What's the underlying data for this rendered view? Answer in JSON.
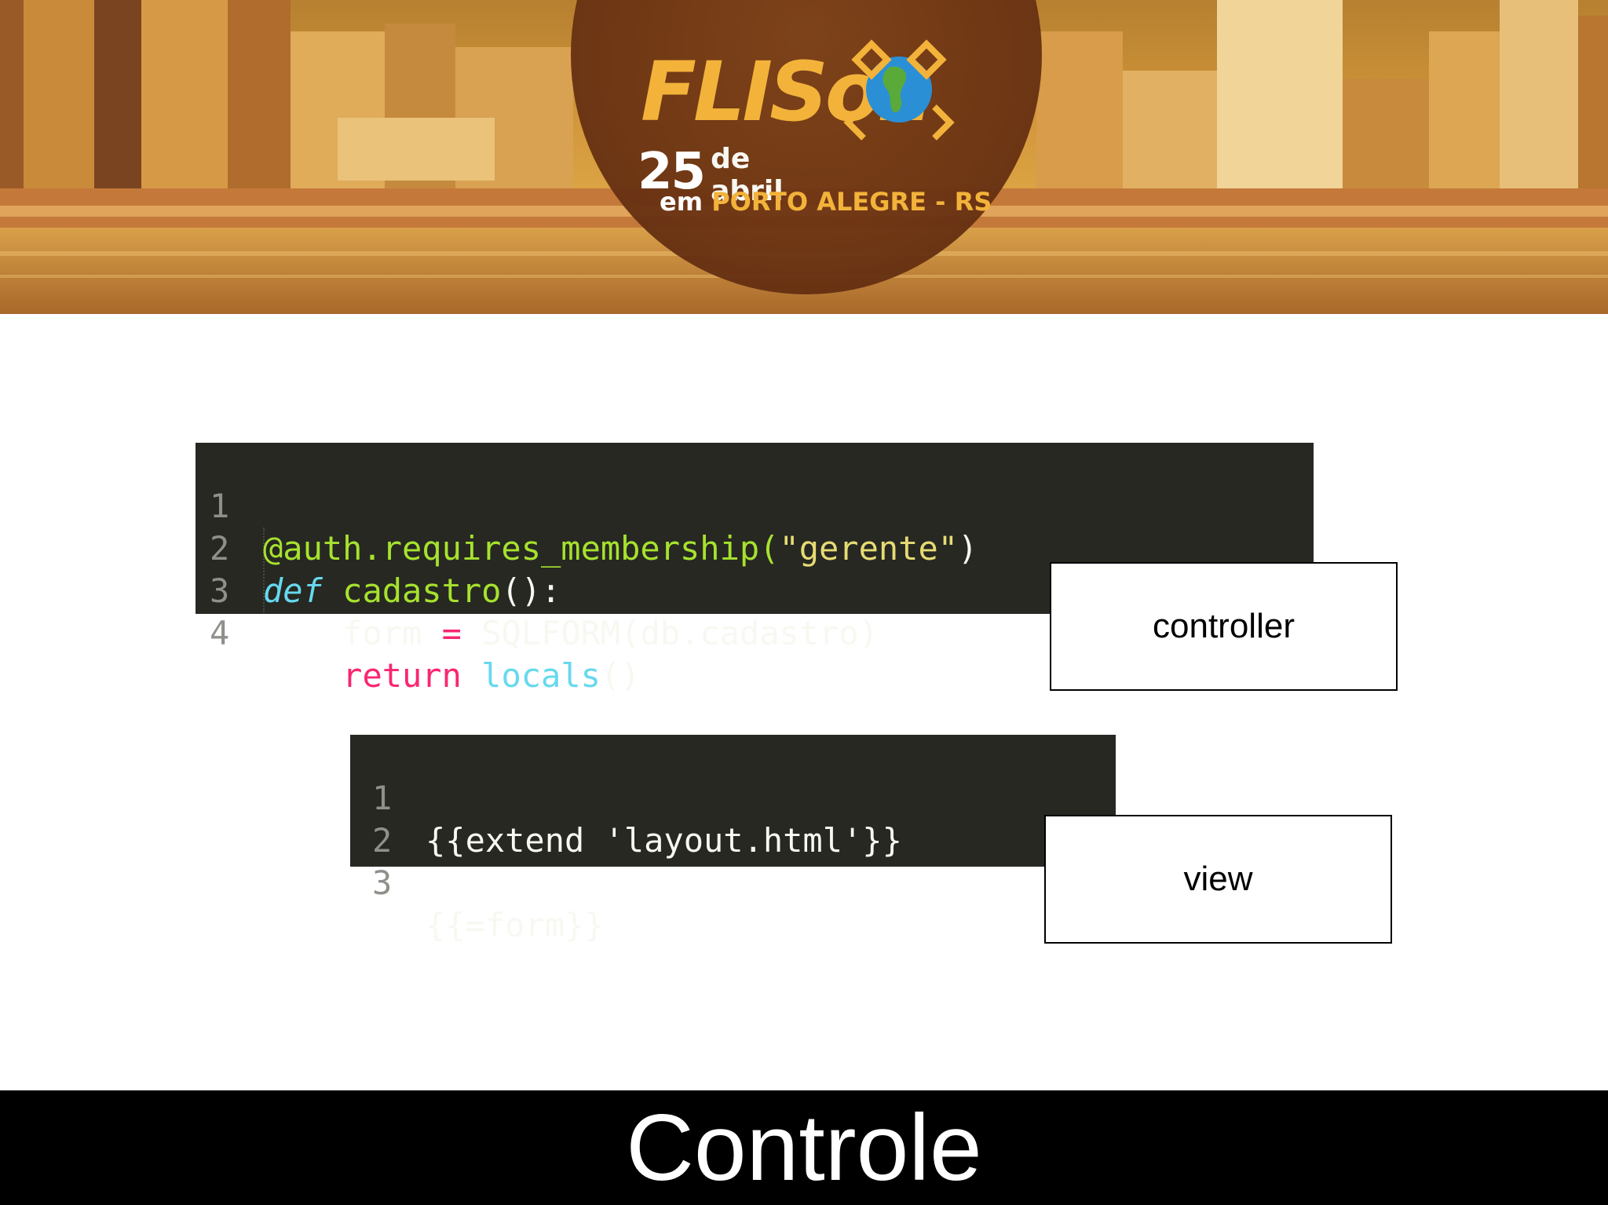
{
  "banner": {
    "logo_text": "FLISoL",
    "date_number": "25",
    "date_text": "de abril",
    "place_prefix": "em",
    "place": "PORTO ALEGRE - RS"
  },
  "code_controller": {
    "lines": [
      {
        "n": "1"
      },
      {
        "n": "2"
      },
      {
        "n": "3"
      },
      {
        "n": "4"
      }
    ],
    "tokens": {
      "l1": "@auth.requires_membership(",
      "l1_str": "\"gerente\"",
      "l1_end": ")",
      "l2_kw": "def",
      "l2_fn": "cadastro",
      "l2_end": "():",
      "l3_a": "form",
      "l3_op": "=",
      "l3_b": "SQLFORM(db.cadastro)",
      "l4_kw": "return",
      "l4_fn": "locals",
      "l4_end": "()"
    }
  },
  "code_view": {
    "lines": [
      {
        "n": "1",
        "text": "{{extend 'layout.html'}}"
      },
      {
        "n": "2",
        "text": ""
      },
      {
        "n": "3",
        "text": "{{=form}}"
      }
    ]
  },
  "labels": {
    "controller": "controller",
    "view": "view"
  },
  "slide": {
    "title": "Controle"
  },
  "colors": {
    "code_bg": "#272822",
    "title_bar": "#000000"
  }
}
